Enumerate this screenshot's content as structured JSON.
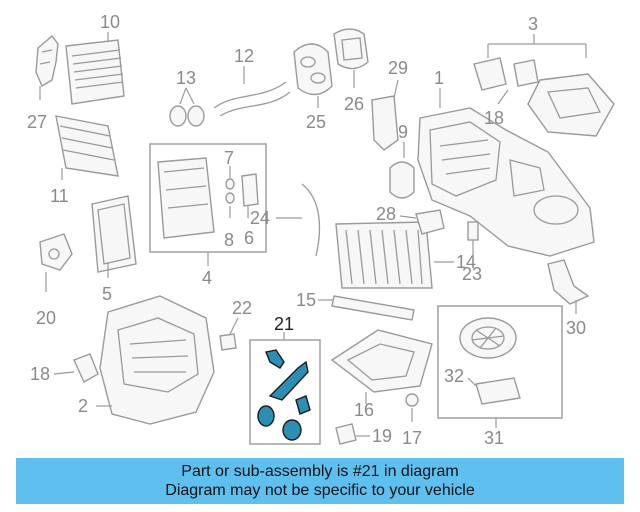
{
  "callouts": {
    "c1": "1",
    "c2": "2",
    "c3": "3",
    "c4": "4",
    "c5": "5",
    "c6": "6",
    "c7": "7",
    "c8": "8",
    "c9": "9",
    "c10": "10",
    "c11": "11",
    "c12": "12",
    "c13": "13",
    "c14": "14",
    "c15": "15",
    "c16": "16",
    "c17": "17",
    "c18": "18",
    "c19": "19",
    "c20": "20",
    "c21": "21",
    "c22": "22",
    "c23": "23",
    "c24": "24",
    "c25": "25",
    "c26": "26",
    "c27": "27",
    "c28": "28",
    "c29": "29",
    "c30": "30",
    "c31": "31",
    "c32": "32"
  },
  "highlight": {
    "part_number": "21",
    "color": "#2a8fb5"
  },
  "banner": {
    "line1": "Part or sub-assembly is #21 in diagram",
    "line2": "Diagram may not be specific to your vehicle",
    "color": "#5ec0ef"
  }
}
